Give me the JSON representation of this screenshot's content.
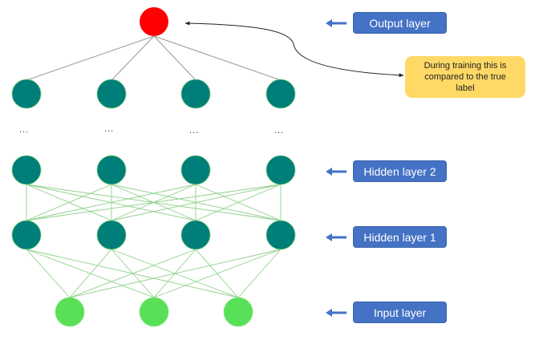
{
  "diagram": {
    "title": "Feedforward neural network",
    "colors": {
      "output_node": "#FF0000",
      "hidden_node": "#007E7A",
      "hidden_node_stroke": "#7FD17A",
      "input_node": "#58E058",
      "hidden_edges": "#8FD08A",
      "output_edges": "#999999",
      "label_box": "#4472C4",
      "label_arrow": "#4472C4",
      "note_box": "#FFD966",
      "connector": "#222222"
    },
    "layers": [
      {
        "id": "output",
        "label": "Output layer",
        "nodes": 1,
        "node_type": "output"
      },
      {
        "id": "hidden_top",
        "label": "",
        "nodes": 4,
        "node_type": "hidden"
      },
      {
        "id": "ellipsis",
        "label": "",
        "text": "...",
        "count": 4
      },
      {
        "id": "hidden2",
        "label": "Hidden layer 2",
        "nodes": 4,
        "node_type": "hidden"
      },
      {
        "id": "hidden1",
        "label": "Hidden layer 1",
        "nodes": 4,
        "node_type": "hidden"
      },
      {
        "id": "input",
        "label": "Input layer",
        "nodes": 3,
        "node_type": "input"
      }
    ],
    "connections": [
      {
        "from": "hidden_top",
        "to": "output",
        "type": "fully-connected"
      },
      {
        "from": "hidden1",
        "to": "hidden2",
        "type": "fully-connected"
      },
      {
        "from": "input",
        "to": "hidden1",
        "type": "fully-connected"
      }
    ],
    "labels": {
      "output": "Output layer",
      "hidden2": "Hidden layer 2",
      "hidden1": "Hidden layer 1",
      "input": "Input layer"
    },
    "note": {
      "text": "During training this is compared to the true label",
      "points_to": "output"
    },
    "ellipsis_text": "..."
  }
}
